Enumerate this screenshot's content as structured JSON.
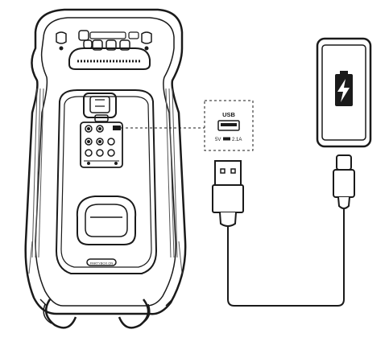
{
  "usb_callout": {
    "port_label": "USB",
    "rating_prefix": "5V",
    "rating_current": "2.1A"
  },
  "speaker": {
    "panel_label": "PARTYBOX ON"
  },
  "phone": {
    "screen_icon": "battery-charging-icon"
  },
  "cable": {
    "end_a": "usb-a-plug-icon",
    "end_b": "usb-c-plug-icon"
  }
}
